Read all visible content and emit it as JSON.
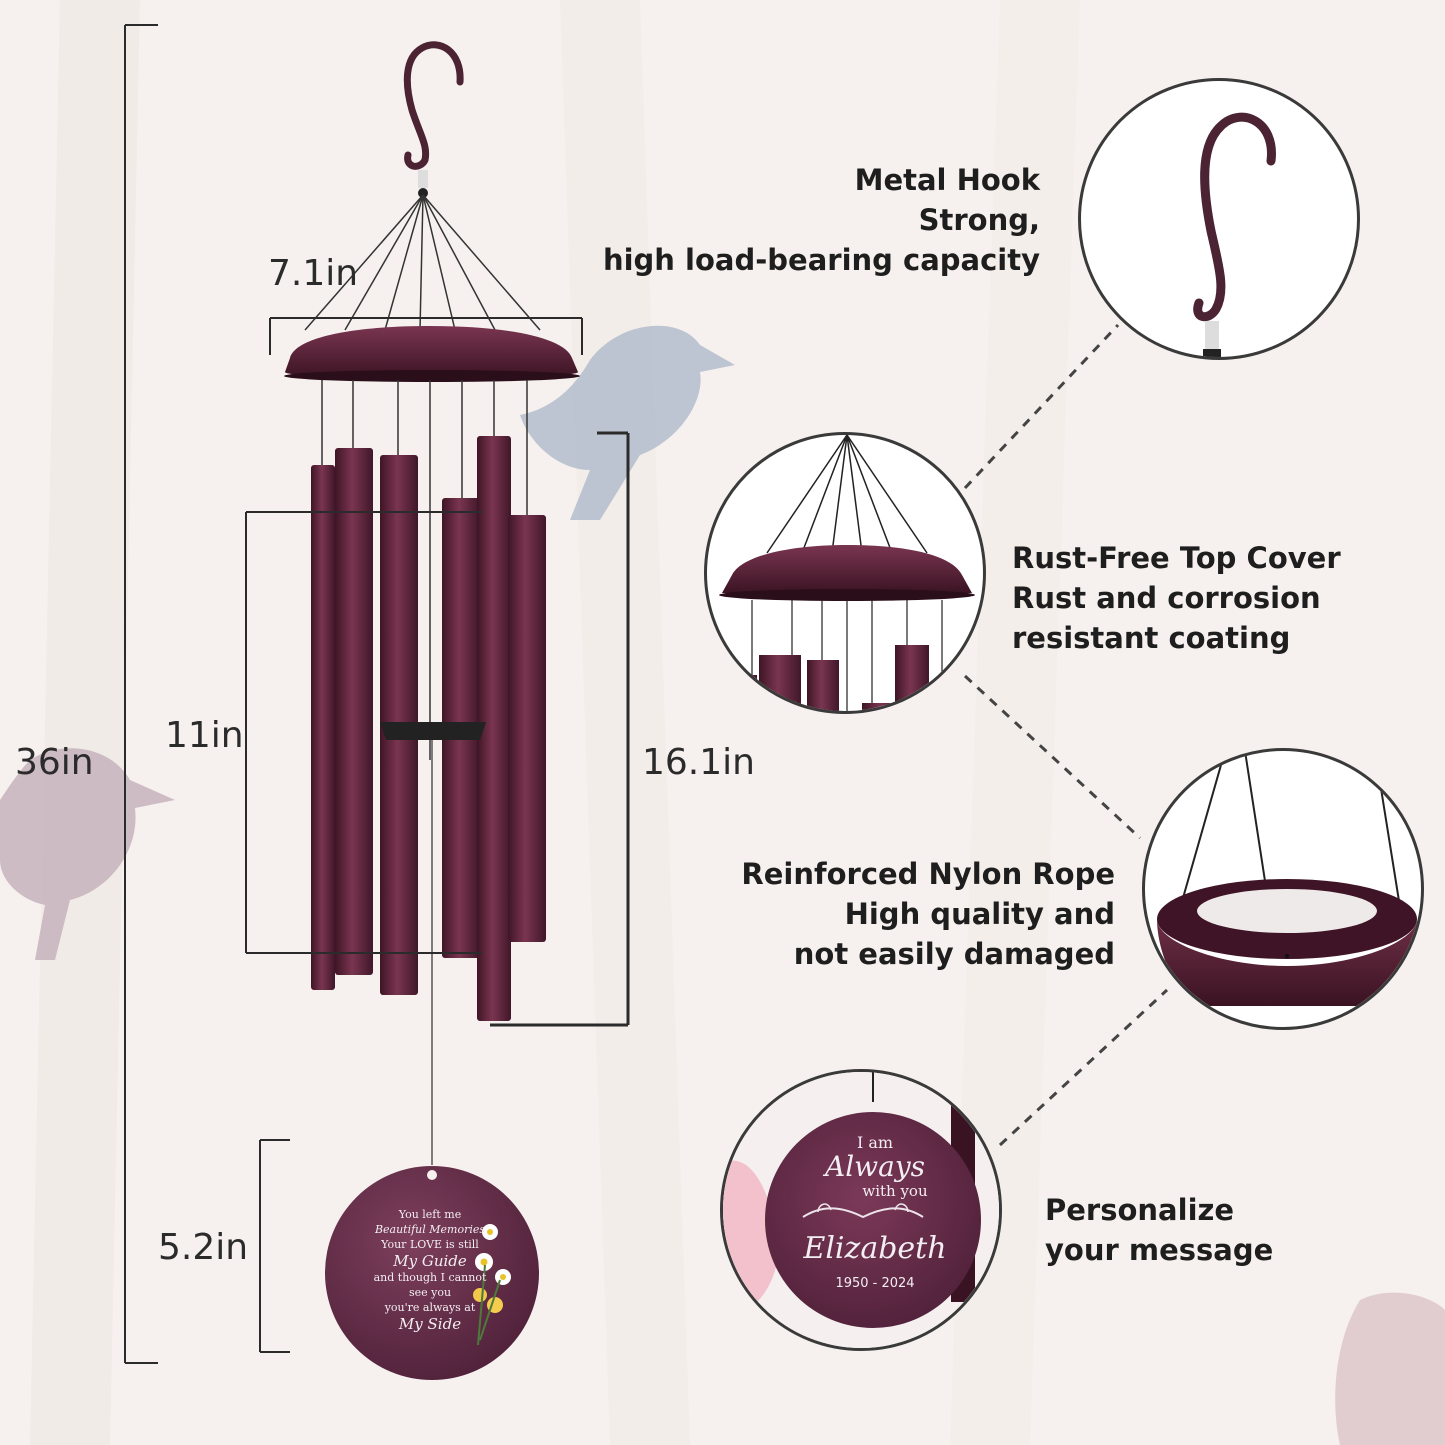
{
  "dimensions": {
    "total_height": "36in",
    "top_width": "7.1in",
    "tube_length": "11in",
    "tube_section": "16.1in",
    "pendant_size": "5.2in"
  },
  "features": [
    {
      "title": "Metal Hook",
      "lines": [
        "Strong,",
        "high load-bearing capacity"
      ]
    },
    {
      "title": "Rust-Free Top Cover",
      "lines": [
        "Rust and corrosion",
        "resistant coating"
      ]
    },
    {
      "title": "Reinforced Nylon Rope",
      "lines": [
        "High quality and",
        "not easily damaged"
      ]
    },
    {
      "title": "Personalize",
      "lines": [
        "your message"
      ]
    }
  ],
  "pendant_main": {
    "lines": [
      "You left me",
      "Beautiful Memories",
      "Your LOVE is still",
      "My Guide",
      "and though I cannot",
      "see you",
      "you're always at",
      "My Side"
    ]
  },
  "pendant_custom": {
    "line1": "I am",
    "line2": "Always",
    "line3": "with you",
    "name": "Elizabeth",
    "dates": "1950 - 2024"
  },
  "colors": {
    "metal": "#6e2f45",
    "metal_dark": "#4a1d2e",
    "background": "#f6f1ee",
    "bird": "#c7b3bd"
  }
}
